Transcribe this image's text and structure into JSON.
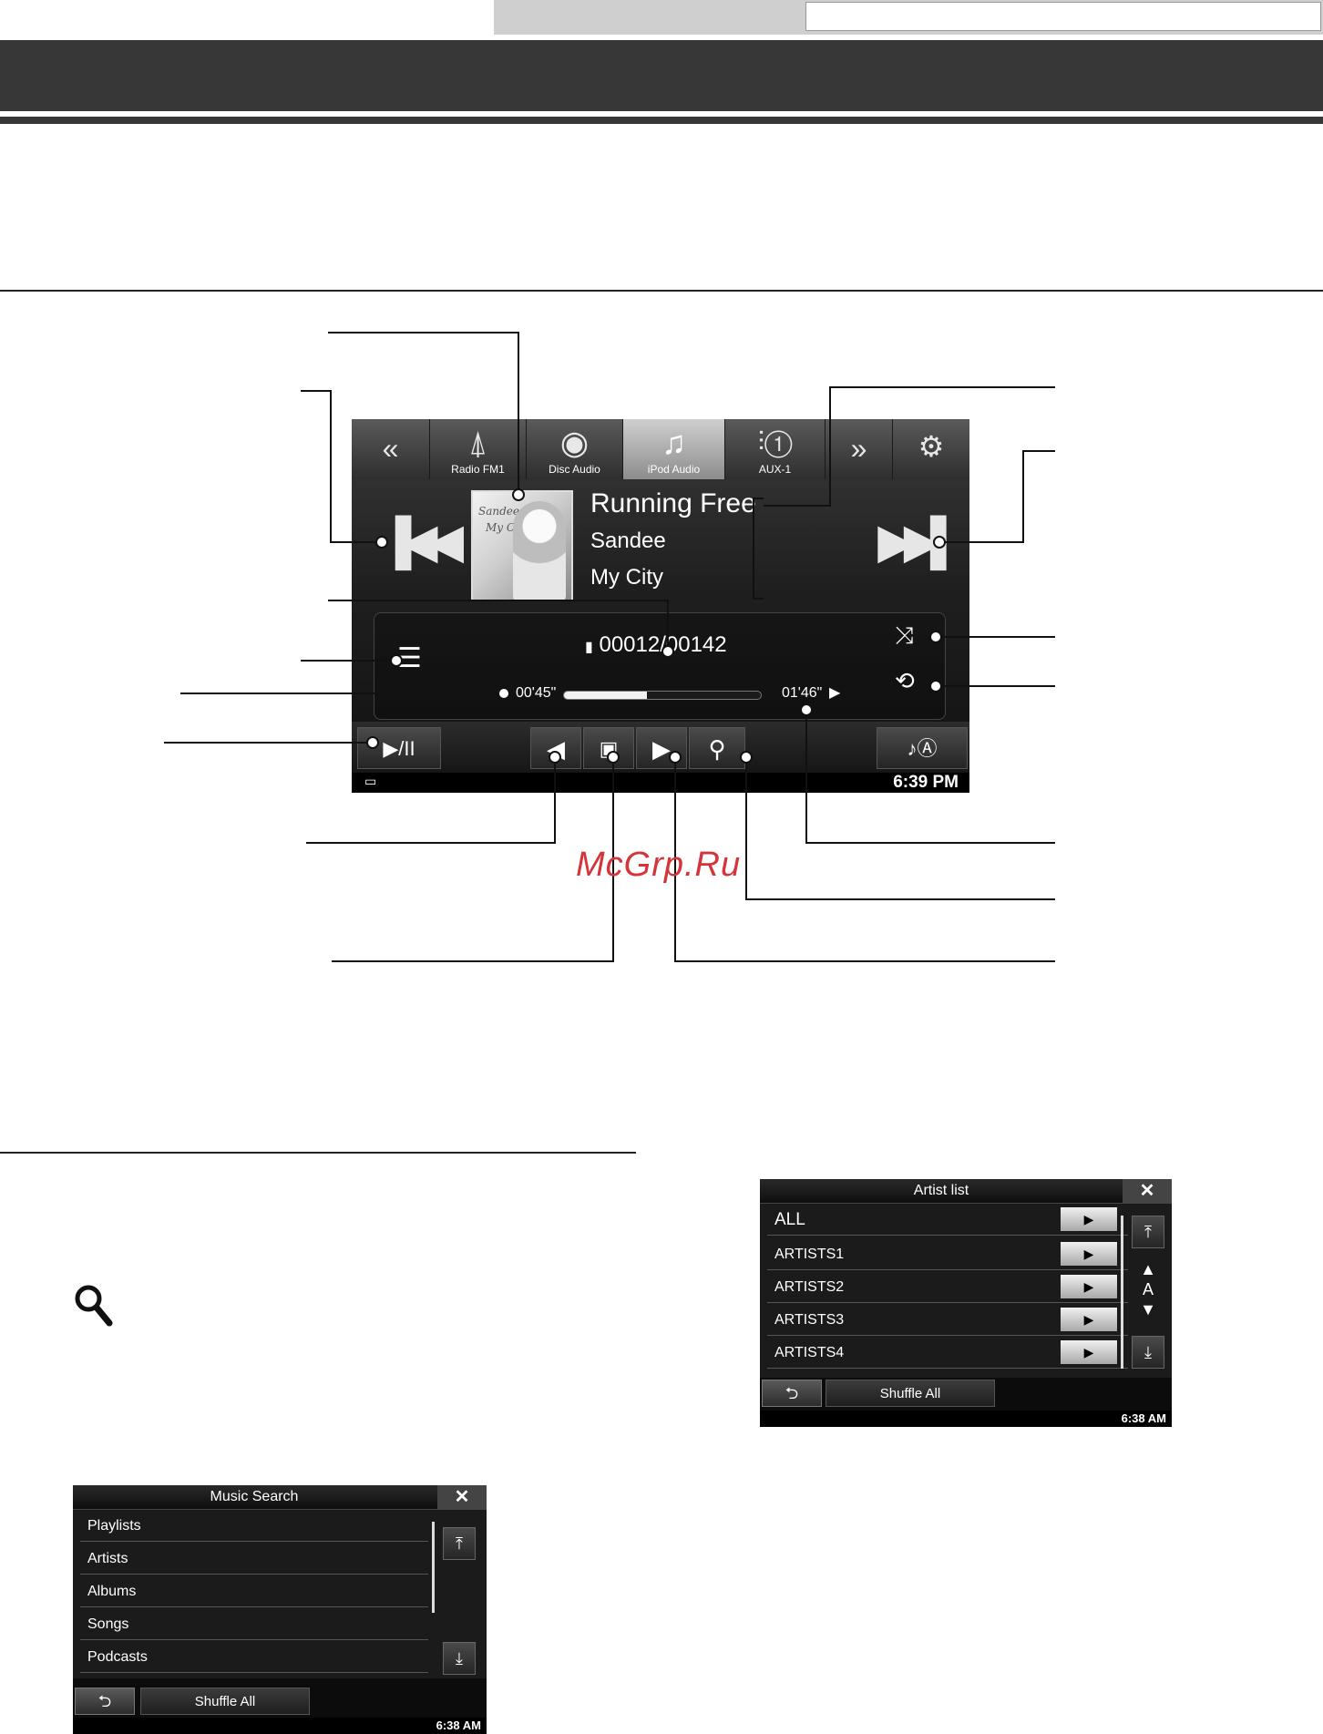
{
  "player": {
    "tabs": [
      {
        "label": "",
        "icon": "double-chevron-left-icon"
      },
      {
        "label": "Radio FM1",
        "icon": "antenna-icon"
      },
      {
        "label": "Disc Audio",
        "icon": "disc-icon"
      },
      {
        "label": "iPod Audio",
        "icon": "music-note-icon"
      },
      {
        "label": "AUX-1",
        "icon": "aux-input-icon"
      },
      {
        "label": "",
        "icon": "double-chevron-right-icon"
      },
      {
        "label": "",
        "icon": "setup-wrench-icon"
      }
    ],
    "album_art_lines": [
      "Sandee",
      "My City"
    ],
    "song": "Running Free",
    "artist": "Sandee",
    "album": "My City",
    "track_counter": "00012/00142",
    "elapsed": "00'45\"",
    "total": "01'46\"",
    "progress_fraction": 0.42,
    "controls": {
      "play_pause": "▶/II",
      "prev": "◀",
      "next": "▶",
      "search": "search-icon"
    },
    "clock": "6:39 PM"
  },
  "watermark": "McGrp.Ru",
  "music_search": {
    "title": "Music Search",
    "close": "✕",
    "items": [
      "Playlists",
      "Artists",
      "Albums",
      "Songs",
      "Podcasts"
    ],
    "shuffle": "Shuffle All",
    "back": "⮌",
    "clock": "6:38 AM"
  },
  "artist_list": {
    "title": "Artist list",
    "close": "✕",
    "items": [
      "ALL",
      "ARTISTS1",
      "ARTISTS2",
      "ARTISTS3",
      "ARTISTS4"
    ],
    "alpha_label": "A",
    "shuffle": "Shuffle All",
    "back": "⮌",
    "clock": "6:38 AM"
  },
  "colors": {
    "accent": "#d4343a",
    "bar": "#373737"
  }
}
